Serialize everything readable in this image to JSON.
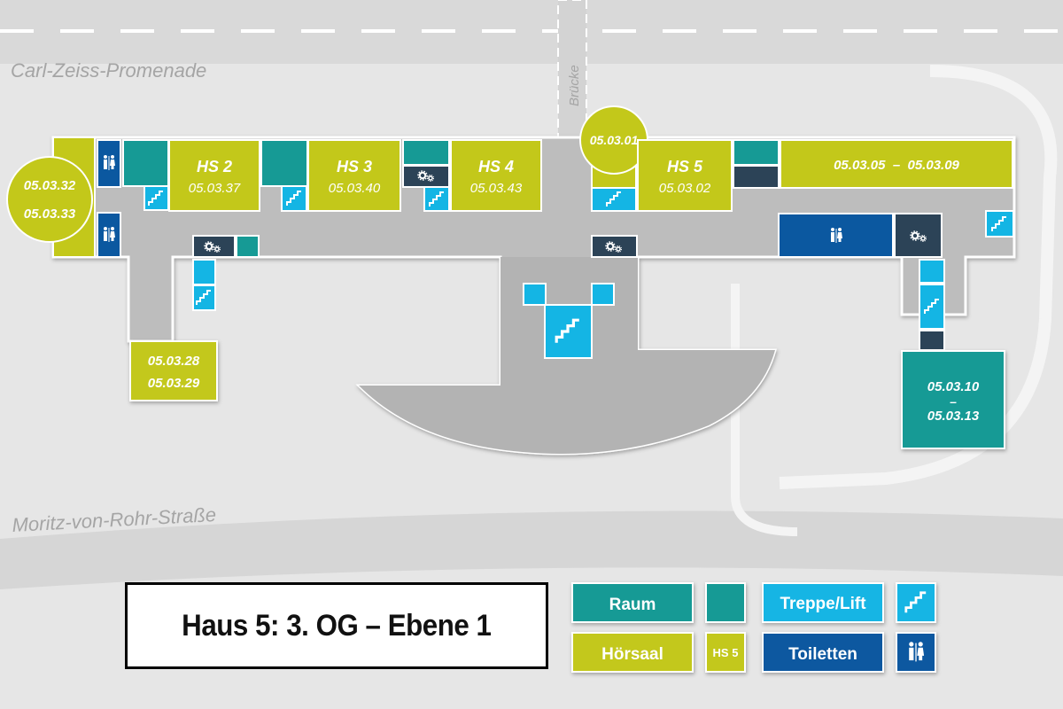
{
  "title": "Haus 5:  3. OG – Ebene 1",
  "streets": {
    "north": "Carl-Zeiss-Promenade",
    "south": "Moritz-von-Rohr-Straße",
    "bridge": "Brücke"
  },
  "rooms": {
    "r0332": "05.03.32",
    "r0333": "05.03.33",
    "hs2": "HS 2",
    "r0337": "05.03.37",
    "hs3": "HS 3",
    "r0340": "05.03.40",
    "hs4": "HS 4",
    "r0343": "05.03.43",
    "r0301": "05.03.01",
    "hs5": "HS 5",
    "r0302": "05.03.02",
    "r0305_range": "05.03.05  –  05.03.09",
    "r0328": "05.03.28",
    "r0329": "05.03.29",
    "r0310": "05.03.10",
    "range_dash": "–",
    "r0313": "05.03.13"
  },
  "legend": {
    "raum": "Raum",
    "hoersaal": "Hörsaal",
    "hoersaal_sample": "HS 5",
    "treppe_lift": "Treppe/Lift",
    "toiletten": "Toiletten"
  },
  "colors": {
    "raum": "#169a95",
    "hoersaal": "#c3c81a",
    "treppe_lift": "#14b5e4",
    "toiletten": "#0b58a0",
    "technik": "#2c4357",
    "floor": "#bdbdbd",
    "ground": "#e6e6e6"
  },
  "icons": [
    "stairs-icon",
    "toilet-icon",
    "gears-icon"
  ]
}
